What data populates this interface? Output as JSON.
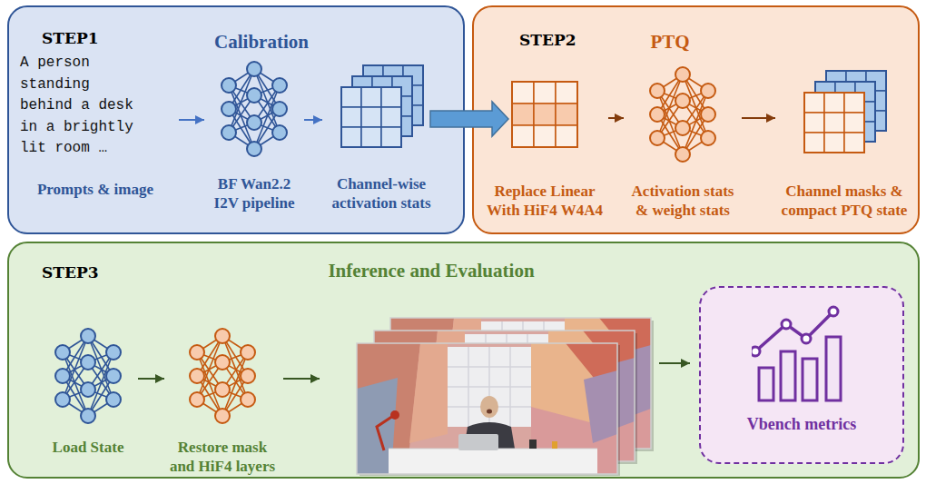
{
  "diagram": {
    "nodes": [
      {
        "text": [
          "STEP1",
          "Calibration"
        ]
      },
      {
        "text": [
          "A person standing behind a desk in a brightly lit room …",
          "Prompts & image"
        ],
        "in": 0
      },
      {
        "text": [
          "BF Wan2.2 I2V pipeline"
        ],
        "in": 0
      },
      {
        "text": [
          "Channel-wise activation stats"
        ],
        "in": 0
      },
      {
        "text": [
          "STEP2",
          "PTQ"
        ]
      },
      {
        "text": [
          "Replace Linear With HiF4 W4A4"
        ],
        "in": 4
      },
      {
        "text": [
          "Activation stats & weight stats"
        ],
        "in": 4
      },
      {
        "text": [
          "Channel masks & compact PTQ state"
        ],
        "in": 4
      },
      {
        "text": [
          "STEP3",
          "Inference and Evaluation"
        ]
      },
      {
        "text": [
          "Load State"
        ],
        "in": 8
      },
      {
        "text": [
          "Restore mask and HiF4 layers"
        ],
        "in": 8
      },
      {
        "text": [
          "Vbench metrics"
        ],
        "in": 8
      }
    ],
    "edges": [
      {
        "from": 1,
        "to": 2,
        "arrow": "to"
      },
      {
        "from": 2,
        "to": 3,
        "arrow": "to"
      },
      {
        "from": 0,
        "to": 4,
        "arrow": "to"
      },
      {
        "from": 5,
        "to": 6,
        "arrow": "to"
      },
      {
        "from": 6,
        "to": 7,
        "arrow": "to"
      },
      {
        "from": 9,
        "to": 10,
        "arrow": "to"
      }
    ]
  }
}
